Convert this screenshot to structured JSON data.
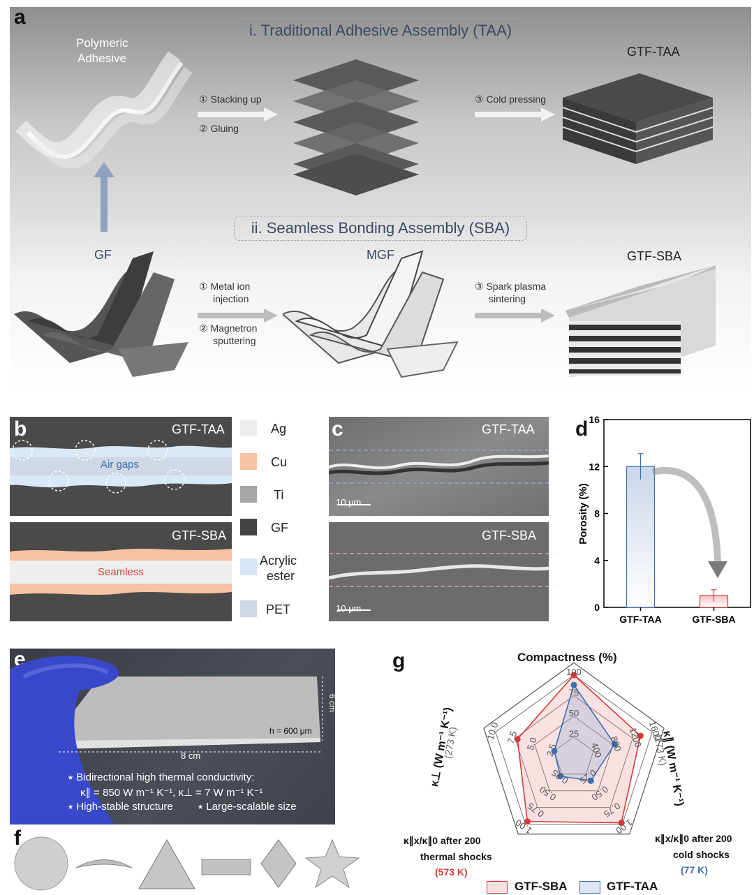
{
  "panel_letters": {
    "a": "a",
    "b": "b",
    "c": "c",
    "d": "d",
    "e": "e",
    "f": "f",
    "g": "g"
  },
  "panel_a": {
    "taa_title": "i. Traditional Adhesive Assembly (TAA)",
    "sba_title": "ii. Seamless Bonding Assembly (SBA)",
    "polymeric_adhesive": [
      "Polymeric",
      "Adhesive"
    ],
    "gf": "GF",
    "mgf": "MGF",
    "gtf_taa": "GTF-TAA",
    "gtf_sba": "GTF-SBA",
    "step_stacking": "① Stacking up",
    "step_gluing": "② Gluing",
    "step_cold": "③ Cold pressing",
    "step_metal": [
      "① Metal ion",
      "injection"
    ],
    "step_magnetron": [
      "② Magnetron",
      "sputtering"
    ],
    "step_spark": [
      "③ Spark plasma",
      "sintering"
    ]
  },
  "panel_b": {
    "top_label": "GTF-TAA",
    "bottom_label": "GTF-SBA",
    "air_gaps": "Air gaps",
    "seamless": "Seamless"
  },
  "legend": [
    {
      "label": "Ag",
      "color": "#eeeeee"
    },
    {
      "label": "Cu",
      "color": "#f7c3a4"
    },
    {
      "label": "Ti",
      "color": "#a6a6a6"
    },
    {
      "label": "GF",
      "color": "#444444"
    },
    {
      "label": "Acrylic",
      "label2": "ester",
      "color": "#d6e6f7"
    },
    {
      "label": "PET",
      "color": "#d0d8e6"
    }
  ],
  "panel_c": {
    "top_label": "GTF-TAA",
    "bottom_label": "GTF-SBA",
    "scale_top": "10 μm",
    "scale_bottom": "10 μm"
  },
  "chart_data": [
    {
      "type": "bar",
      "categories": [
        "GTF-TAA",
        "GTF-SBA"
      ],
      "values": [
        12.0,
        1.0
      ],
      "errors": [
        1.1,
        0.5
      ],
      "ylabel": "Porosity (%)",
      "ylim": [
        0,
        16
      ],
      "yticks": [
        0,
        4,
        8,
        12,
        16
      ],
      "colors": [
        "#c9d6e8",
        "#f4c4c4"
      ]
    },
    {
      "type": "radar",
      "title": "Compactness (%)",
      "axes": [
        {
          "label": "Compactness (%)",
          "ticks": [
            "25",
            "50",
            "75",
            "100"
          ]
        },
        {
          "label": "κ∥ (W m⁻¹ K⁻¹)",
          "sub": "(273 K)",
          "ticks": [
            "400",
            "800",
            "1200",
            "1600"
          ]
        },
        {
          "label": "κ∥x/κ∥0 after 200 cold shocks",
          "sub": "(77 K)",
          "ticks": [
            "0.25",
            "0.50",
            "0.75",
            "1.00"
          ]
        },
        {
          "label": "κ∥x/κ∥0 after 200 thermal shocks",
          "sub": "(573 K)",
          "ticks": [
            "0.25",
            "0.50",
            "0.75",
            "1.00"
          ]
        },
        {
          "label": "κ⊥ (W m⁻¹ K⁻¹)",
          "sub": "(273 K)",
          "ticks": [
            "2.5",
            "5.0",
            "7.5",
            "10.0"
          ]
        }
      ],
      "series": [
        {
          "name": "GTF-SBA",
          "values_frac": [
            1.0,
            0.85,
            0.98,
            0.96,
            0.72
          ],
          "color": "#d63a3a",
          "fill": "rgba(230,120,120,0.22)"
        },
        {
          "name": "GTF-TAA",
          "values_frac": [
            0.88,
            0.52,
            0.35,
            0.28,
            0.25
          ],
          "color": "#3a6fb0",
          "fill": "rgba(140,170,210,0.30)"
        }
      ]
    }
  ],
  "panel_e": {
    "height_label": "6 cm",
    "width_label": "8 cm",
    "thickness_label": "h = 600 μm",
    "bullet1": "⭑ Bidirectional high thermal conductivity:",
    "bullet1b": "κ∥ = 850 W m⁻¹ K⁻¹, κ⊥ = 7 W m⁻¹ K⁻¹",
    "bullet2": "⭑ High-stable structure",
    "bullet3": "⭑ Large-scalable size"
  },
  "panel_g": {
    "axis_top": "Compactness (%)",
    "axis_right": "κ∥ (W m⁻¹ K⁻¹)",
    "axis_right_sub": "(273 K)",
    "axis_left": "κ⊥ (W m⁻¹ K⁻¹)",
    "axis_left_sub": "(273 K)",
    "axis_br": [
      "κ∥x/κ∥0 after 200",
      "cold shocks"
    ],
    "axis_br_sub": "(77 K)",
    "axis_bl": [
      "κ∥x/κ∥0 after 200",
      "thermal shocks"
    ],
    "axis_bl_sub": "(573 K)",
    "legend_sba": "GTF-SBA",
    "legend_taa": "GTF-TAA"
  }
}
